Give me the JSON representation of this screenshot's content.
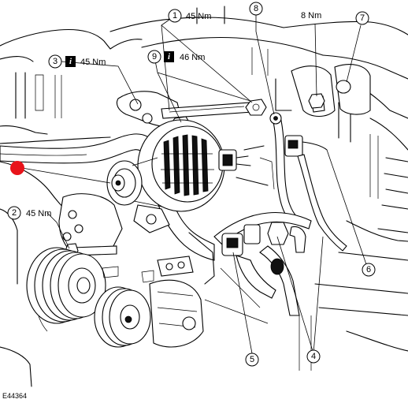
{
  "figure_code": "E44364",
  "highlight_color": "#e8141b",
  "callouts": [
    {
      "number": "1",
      "torque": "45 Nm",
      "info": false
    },
    {
      "number": "2",
      "torque": "45 Nm",
      "info": false
    },
    {
      "number": "3",
      "torque": "45 Nm",
      "info": true
    },
    {
      "number": "4",
      "torque": "",
      "info": false
    },
    {
      "number": "5",
      "torque": "",
      "info": false
    },
    {
      "number": "6",
      "torque": "",
      "info": false
    },
    {
      "number": "7",
      "torque": "",
      "info": false
    },
    {
      "number": "8",
      "torque": "8 Nm",
      "info": false
    },
    {
      "number": "9",
      "torque": "46 Nm",
      "info": true
    }
  ],
  "info_icon": "i",
  "highlight_marker_icon": "red-dot-icon"
}
